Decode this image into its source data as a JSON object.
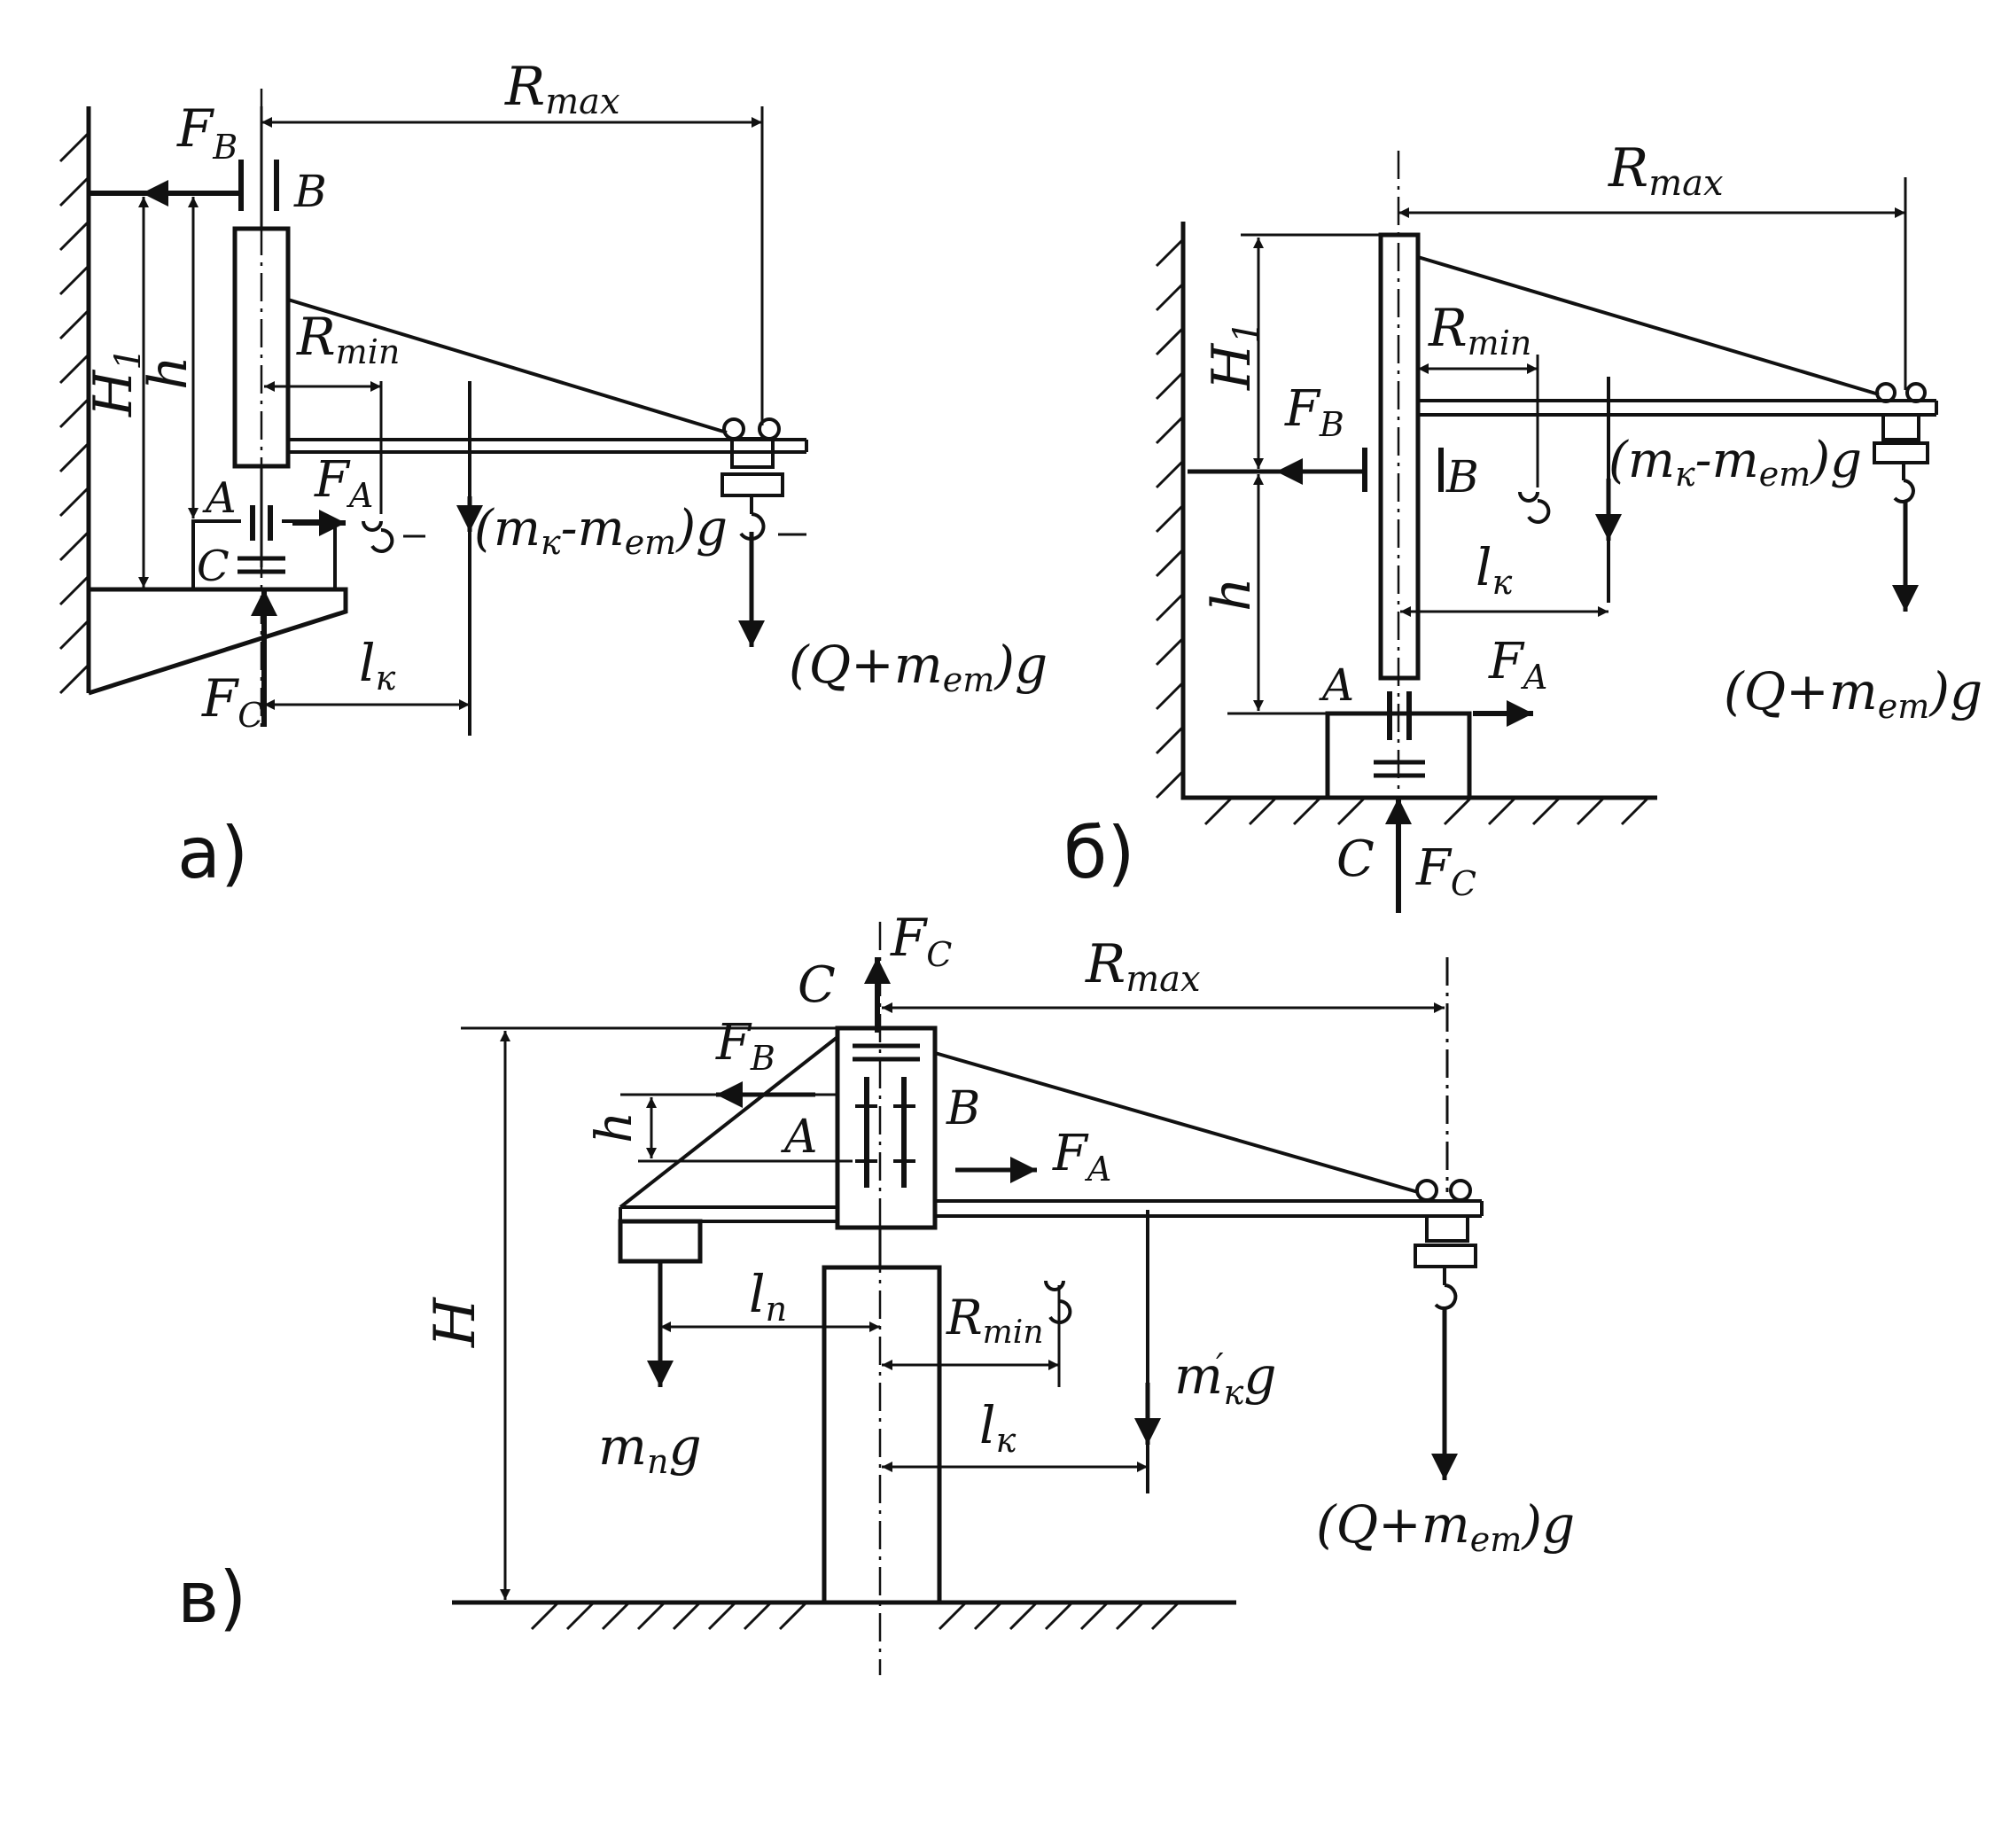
{
  "figures": [
    {
      "caption": "а)",
      "labels": {
        "r_max": "R",
        "r_max_sub": "max",
        "f_b": "F",
        "f_b_sub": "B",
        "b": "B",
        "h1": "H",
        "h1_sub": "1",
        "h": "h",
        "r_min": "R",
        "r_min_sub": "min",
        "a": "A",
        "f_a": "F",
        "f_a_sub": "A",
        "c": "C",
        "f_c": "F",
        "f_c_sub": "C",
        "l_k": "l",
        "l_k_sub": "к",
        "crane_weight": "(m",
        "crane_weight_sub1": "к",
        "crane_weight_mid": "-m",
        "crane_weight_sub2": "ет",
        "crane_weight_end": ")g",
        "load": "(Q+m",
        "load_sub": "ет",
        "load_end": ")g"
      }
    },
    {
      "caption": "б)",
      "labels": {
        "r_max": "R",
        "r_max_sub": "max",
        "h1": "H",
        "h1_sub": "1",
        "r_min": "R",
        "r_min_sub": "min",
        "f_b": "F",
        "f_b_sub": "B",
        "b": "B",
        "crane_weight": "(m",
        "crane_weight_sub1": "к",
        "crane_weight_mid": "-m",
        "crane_weight_sub2": "ет",
        "crane_weight_end": ")g",
        "l_k": "l",
        "l_k_sub": "к",
        "h": "h",
        "a": "A",
        "f_a": "F",
        "f_a_sub": "A",
        "load": "(Q+m",
        "load_sub": "ет",
        "load_end": ")g",
        "c": "C",
        "f_c": "F",
        "f_c_sub": "C"
      }
    },
    {
      "caption": "в)",
      "labels": {
        "f_c": "F",
        "f_c_sub": "C",
        "c": "C",
        "r_max": "R",
        "r_max_sub": "max",
        "f_b": "F",
        "f_b_sub": "B",
        "h": "h",
        "b": "B",
        "a": "A",
        "f_a": "F",
        "f_a_sub": "A",
        "H": "H",
        "l_n": "l",
        "l_n_sub": "п",
        "r_min": "R",
        "r_min_sub": "min",
        "crane_weight": "m",
        "crane_weight_prime": "′",
        "crane_weight_sub": "к",
        "crane_weight_end": "g",
        "counter_weight": "m",
        "counter_weight_sub": "п",
        "counter_weight_end": "g",
        "l_k": "l",
        "l_k_sub": "к",
        "load": "(Q+m",
        "load_sub": "ет",
        "load_end": ")g"
      }
    }
  ]
}
